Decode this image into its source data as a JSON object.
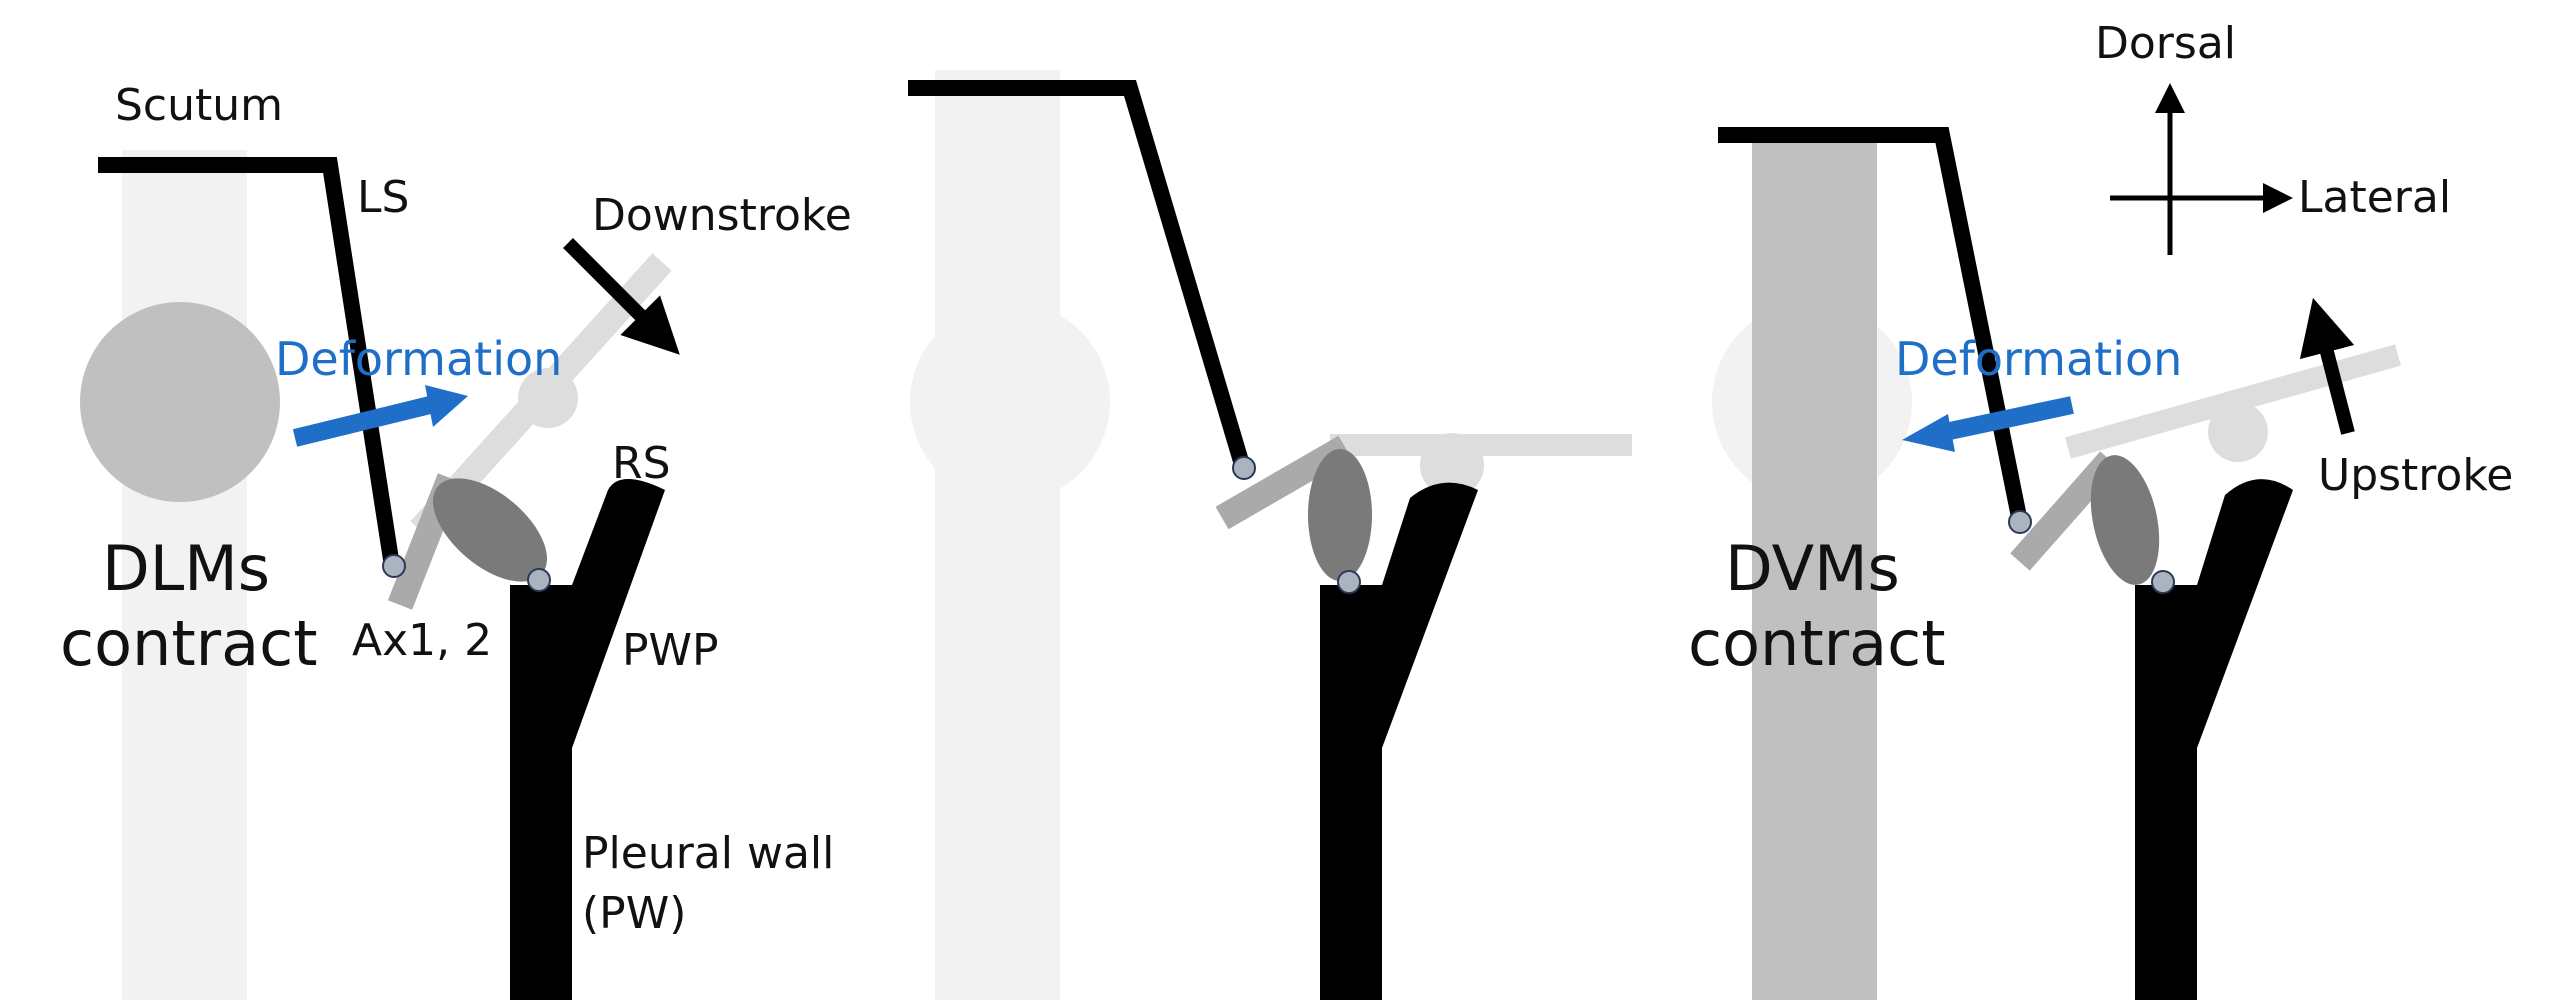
{
  "labels": {
    "scutum": "Scutum",
    "ls": "LS",
    "downstroke": "Downstroke",
    "deformation": "Deformation",
    "rs": "RS",
    "dlms_line1": "DLMs",
    "dlms_line2": "contract",
    "ax": "Ax1, 2",
    "pwp": "PWP",
    "pleural_line1": "Pleural wall",
    "pleural_line2": "(PW)",
    "dorsal": "Dorsal",
    "lateral": "Lateral",
    "upstroke": "Upstroke",
    "dvms_line1": "DVMs",
    "dvms_line2": "contract"
  },
  "colors": {
    "structure": "#000000",
    "muscle_active": "#c0c0c0",
    "muscle_faded": "#f2f2f2",
    "wing_faded": "#dddddd",
    "axillary": "#aaaaaa",
    "ellipse": "#7a7a7a",
    "pivot": "#aab4c0",
    "deformation_arrow": "#1f6fc9"
  }
}
